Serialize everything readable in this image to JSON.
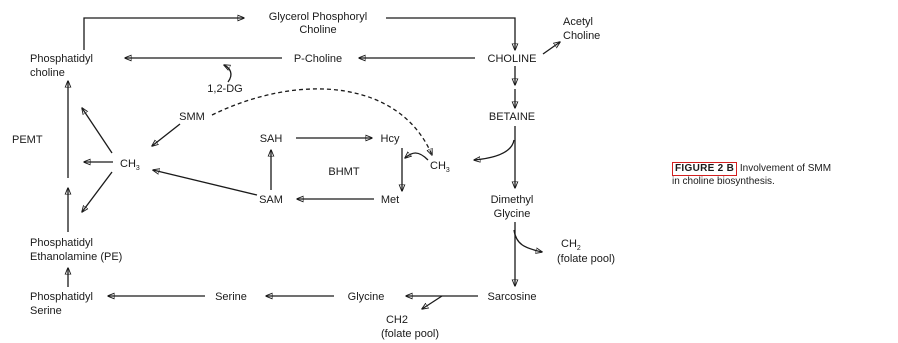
{
  "nodes": {
    "gpc_line1": "Glycerol Phosphoryl",
    "gpc_line2": "Choline",
    "acetyl_line1": "Acetyl",
    "acetyl_line2": "Choline",
    "pc_line1": "Phosphatidyl",
    "pc_line2": "choline",
    "p_choline": "P-Choline",
    "choline": "CHOLINE",
    "dg": "1,2-DG",
    "smm": "SMM",
    "betaine": "BETAINE",
    "pemt": "PEMT",
    "ch3_left": "CH",
    "ch3_left_sub": "3",
    "sah": "SAH",
    "hcy": "Hcy",
    "bhmt": "BHMT",
    "ch3_right": "CH",
    "ch3_right_sub": "3",
    "sam": "SAM",
    "met": "Met",
    "dmg_line1": "Dimethyl",
    "dmg_line2": "Glycine",
    "ch2_right_line1": "CH",
    "ch2_right_sub": "2",
    "ch2_right_line2": "(folate pool)",
    "pe_line1": "Phosphatidyl",
    "pe_line2": "Ethanolamine (PE)",
    "ps_line1": "Phosphatidyl",
    "ps_line2": "Serine",
    "serine": "Serine",
    "glycine": "Glycine",
    "sarcosine": "Sarcosine",
    "ch2_bottom_line1": "CH2",
    "ch2_bottom_line2": "(folate pool)"
  },
  "caption": {
    "label": "FIGURE 2 B",
    "text_line1": " Involvement of SMM",
    "text_line2": "in choline biosynthesis."
  },
  "colors": {
    "ink": "#1a1a1a",
    "caption_box": "#d21f1f"
  }
}
